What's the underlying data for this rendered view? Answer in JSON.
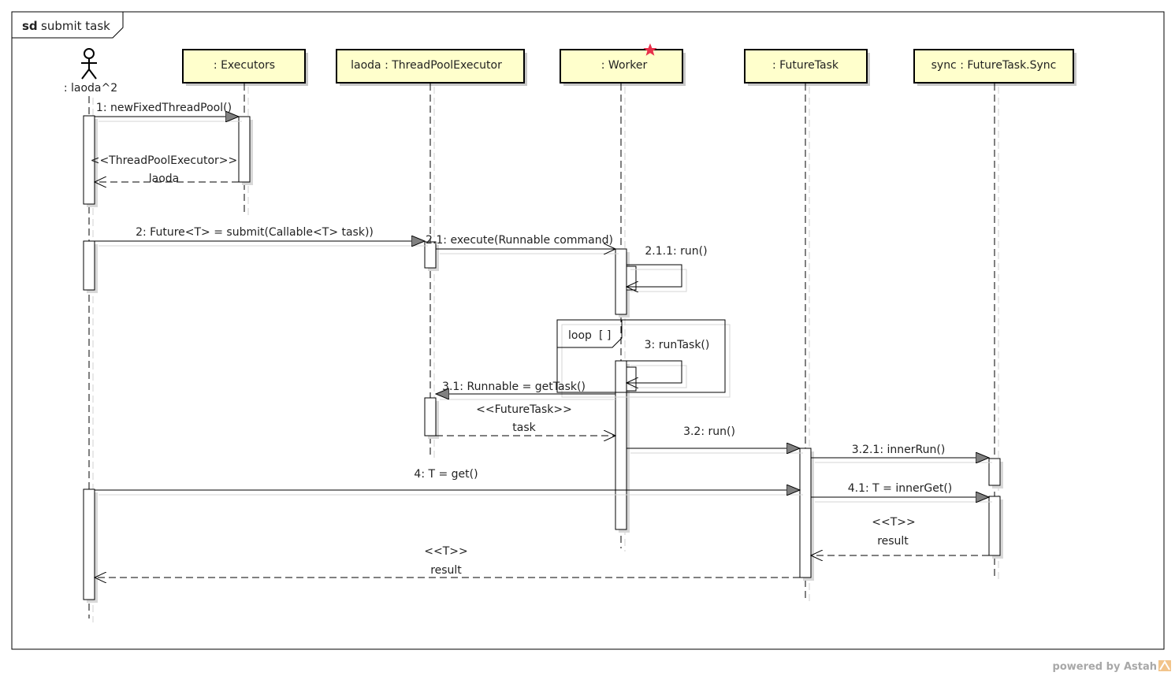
{
  "frame": {
    "keyword": "sd",
    "name": "submit task"
  },
  "actor": {
    "name": ": laoda^2"
  },
  "lifelines": [
    {
      "label": ": Executors"
    },
    {
      "label": "laoda : ThreadPoolExecutor"
    },
    {
      "label": ": Worker"
    },
    {
      "label": ": FutureTask"
    },
    {
      "label": "sync : FutureTask.Sync"
    }
  ],
  "messages": {
    "m1": "1: newFixedThreadPool()",
    "m1_ret_stereotype": "<<ThreadPoolExecutor>>",
    "m1_ret": "laoda",
    "m2": "2: Future<T> = submit(Callable<T> task))",
    "m2_1": "2.1: execute(Runnable command)",
    "m2_1_1": "2.1.1: run()",
    "m3": "3: runTask()",
    "m3_1": "3.1: Runnable = getTask()",
    "m3_1_ret_stereotype": "<<FutureTask>>",
    "m3_1_ret": "task",
    "m3_2": "3.2: run()",
    "m3_2_1": "3.2.1: innerRun()",
    "m4": "4: T = get()",
    "m4_1": "4.1: T = innerGet()",
    "m4_1_ret_stereotype": "<<T>>",
    "m4_1_ret": "result",
    "m4_ret_stereotype": "<<T>>",
    "m4_ret": "result"
  },
  "fragment": {
    "operator": "loop",
    "guard": "[ ]"
  },
  "footer": {
    "powered_by": "powered by Astah"
  },
  "colors": {
    "lifeline_fill": "#ffffcc",
    "sync_arrow": "#808080",
    "star": "#e8304a"
  }
}
